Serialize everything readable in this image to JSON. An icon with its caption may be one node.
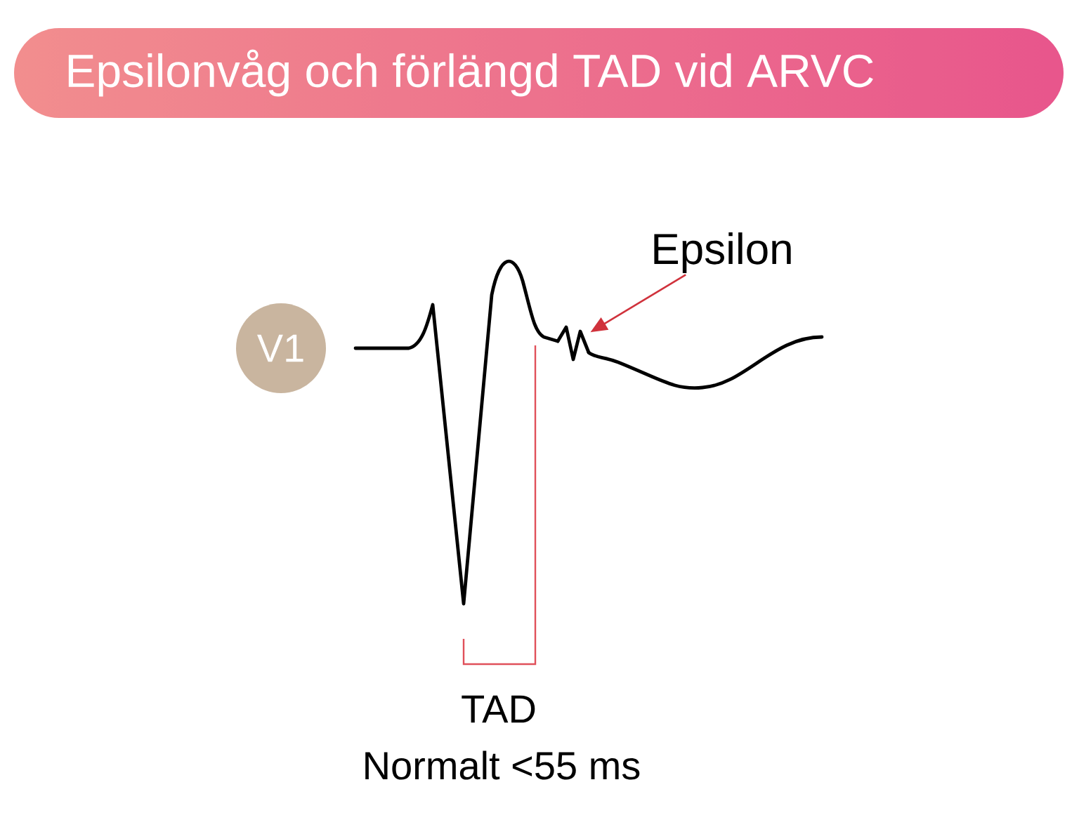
{
  "diagram": {
    "title": "Epsilonvåg och förlängd TAD vid ARVC",
    "nodes": [
      {
        "text": [
          "V1"
        ]
      },
      {
        "text": [
          "Epsilon"
        ]
      },
      {
        "text": [],
        "shape": "wave"
      }
    ],
    "edges": [
      {
        "from": 1,
        "to": 2,
        "arrow": "to",
        "color": "#d0323c"
      }
    ],
    "labels": [
      "TAD",
      "Normalt <55 ms"
    ]
  }
}
